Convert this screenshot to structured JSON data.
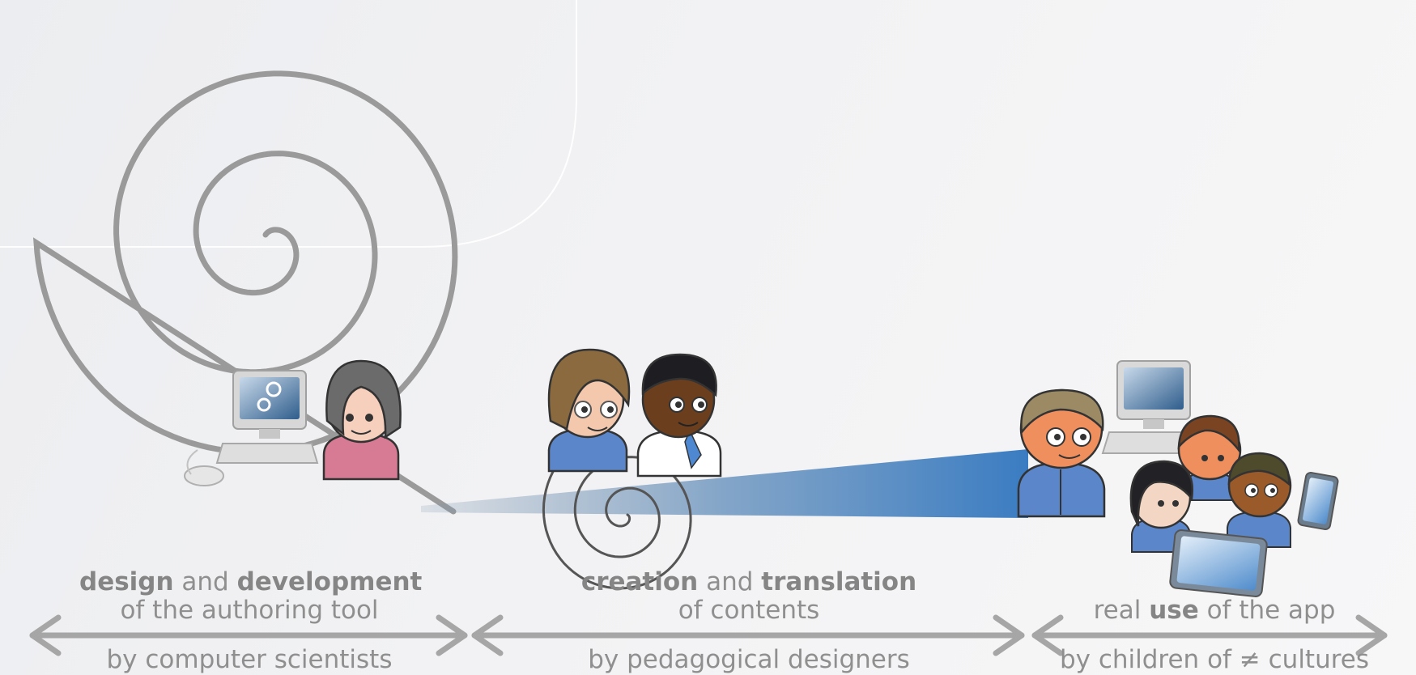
{
  "phases": [
    {
      "line1": [
        {
          "text": "design",
          "bold": true
        },
        {
          "text": " and ",
          "bold": false
        },
        {
          "text": "development",
          "bold": true
        }
      ],
      "line2": "of the authoring tool",
      "by": "by computer scientists"
    },
    {
      "line1": [
        {
          "text": "creation",
          "bold": true
        },
        {
          "text": " and ",
          "bold": false
        },
        {
          "text": "translation",
          "bold": true
        }
      ],
      "line2": "of contents",
      "by": "by pedagogical designers"
    },
    {
      "line1": [
        {
          "text": "real ",
          "bold": false
        },
        {
          "text": "use",
          "bold": true
        },
        {
          "text": " of the app",
          "bold": false
        }
      ],
      "line2": "",
      "by": "by children of ≠ cultures"
    }
  ],
  "colors": {
    "arrow": "#a6a6a6",
    "spiral": "#9a9a9a",
    "accent_blue": "#3d7fc4",
    "text": "#8f8f8f"
  },
  "icons": [
    "spiral-icon",
    "computer-scientist-icon",
    "gear-computer-icon",
    "designer-woman-icon",
    "designer-man-icon",
    "teacher-icon",
    "children-icon",
    "laptop-icon",
    "tablet-icon",
    "phone-icon"
  ]
}
